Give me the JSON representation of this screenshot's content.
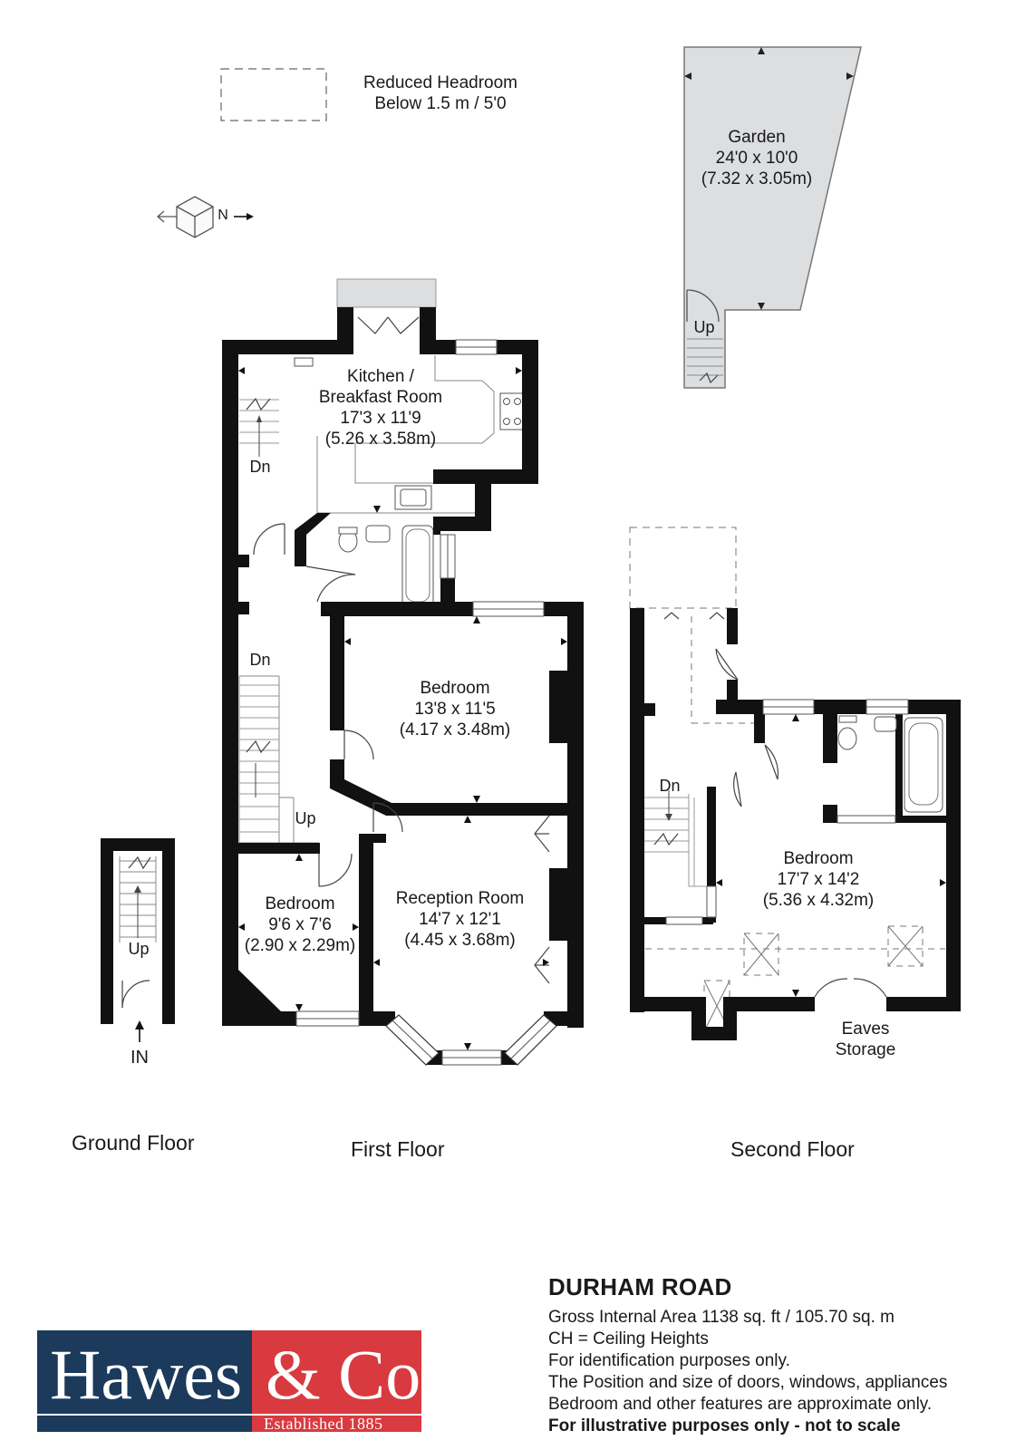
{
  "legend": {
    "reduced_headroom_line1": "Reduced Headroom",
    "reduced_headroom_line2": "Below 1.5 m / 5'0"
  },
  "compass": {
    "label": "N"
  },
  "rooms": {
    "garden": {
      "name": "Garden",
      "imperial": "24'0 x 10'0",
      "metric": "(7.32 x 3.05m)"
    },
    "kitchen": {
      "name1": "Kitchen /",
      "name2": "Breakfast Room",
      "imperial": "17'3 x 11'9",
      "metric": "(5.26 x 3.58m)"
    },
    "bedroom_first_rear": {
      "name": "Bedroom",
      "imperial": "13'8 x 11'5",
      "metric": "(4.17 x 3.48m)"
    },
    "bedroom_first_small": {
      "name": "Bedroom",
      "imperial": "9'6 x 7'6",
      "metric": "(2.90 x 2.29m)"
    },
    "reception": {
      "name": "Reception Room",
      "imperial": "14'7 x 12'1",
      "metric": "(4.45 x 3.68m)"
    },
    "bedroom_second": {
      "name": "Bedroom",
      "imperial": "17'7 x 14'2",
      "metric": "(5.36 x 4.32m)"
    },
    "eaves": {
      "name1": "Eaves",
      "name2": "Storage"
    }
  },
  "stair_labels": {
    "up": "Up",
    "dn": "Dn",
    "in": "IN"
  },
  "floors": {
    "ground": "Ground Floor",
    "first": "First Floor",
    "second": "Second Floor"
  },
  "info": {
    "title": "DURHAM ROAD",
    "area": "Gross Internal Area 1138 sq. ft / 105.70 sq. m",
    "ch": "CH = Ceiling Heights",
    "id_purposes": "For identification purposes only.",
    "position_line1": "The Position and size of doors, windows, appliances",
    "position_line2": "Bedroom and other features are approximate only.",
    "illustrative": "For illustrative purposes only - not to scale"
  },
  "logo": {
    "name_left": "Hawes",
    "name_right": "& Co",
    "established": "Established 1885",
    "color_left": "#1b3a5c",
    "color_right": "#d93a3f"
  }
}
